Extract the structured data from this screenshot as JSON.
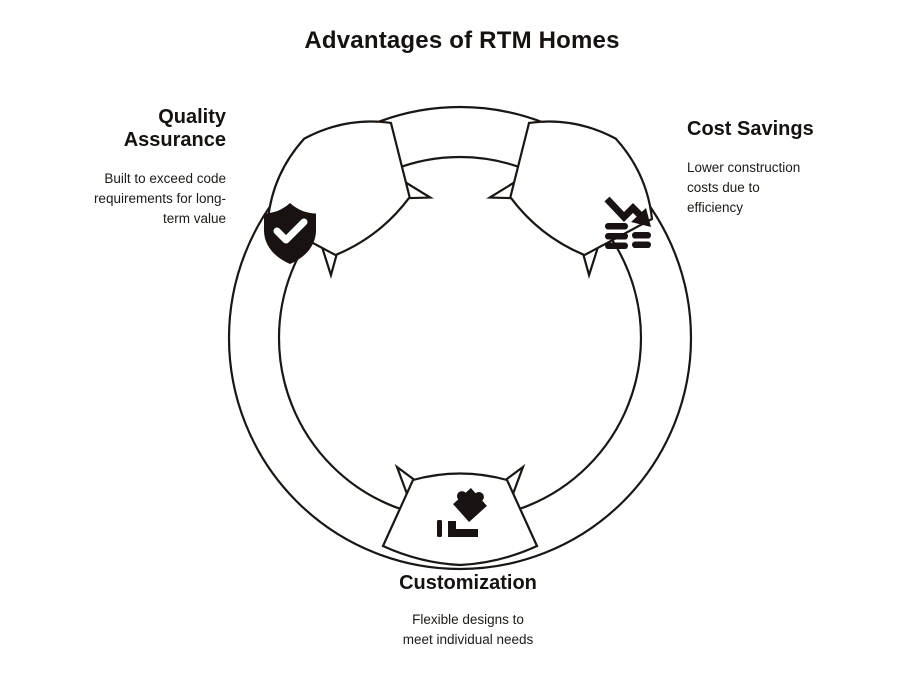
{
  "title": "Advantages of RTM Homes",
  "colors": {
    "ink": "#1a1613",
    "background": "#ffffff"
  },
  "items": [
    {
      "id": "quality-assurance",
      "title": "Quality Assurance",
      "description": "Built to exceed code requirements for long-term value",
      "icon": "shield-check-icon",
      "position": "top-left"
    },
    {
      "id": "cost-savings",
      "title": "Cost Savings",
      "description": "Lower construction costs due to efficiency",
      "icon": "trend-down-icon",
      "position": "top-right"
    },
    {
      "id": "customization",
      "title": "Customization",
      "description": "Flexible designs to meet individual needs",
      "icon": "puzzle-icon",
      "position": "bottom"
    }
  ]
}
